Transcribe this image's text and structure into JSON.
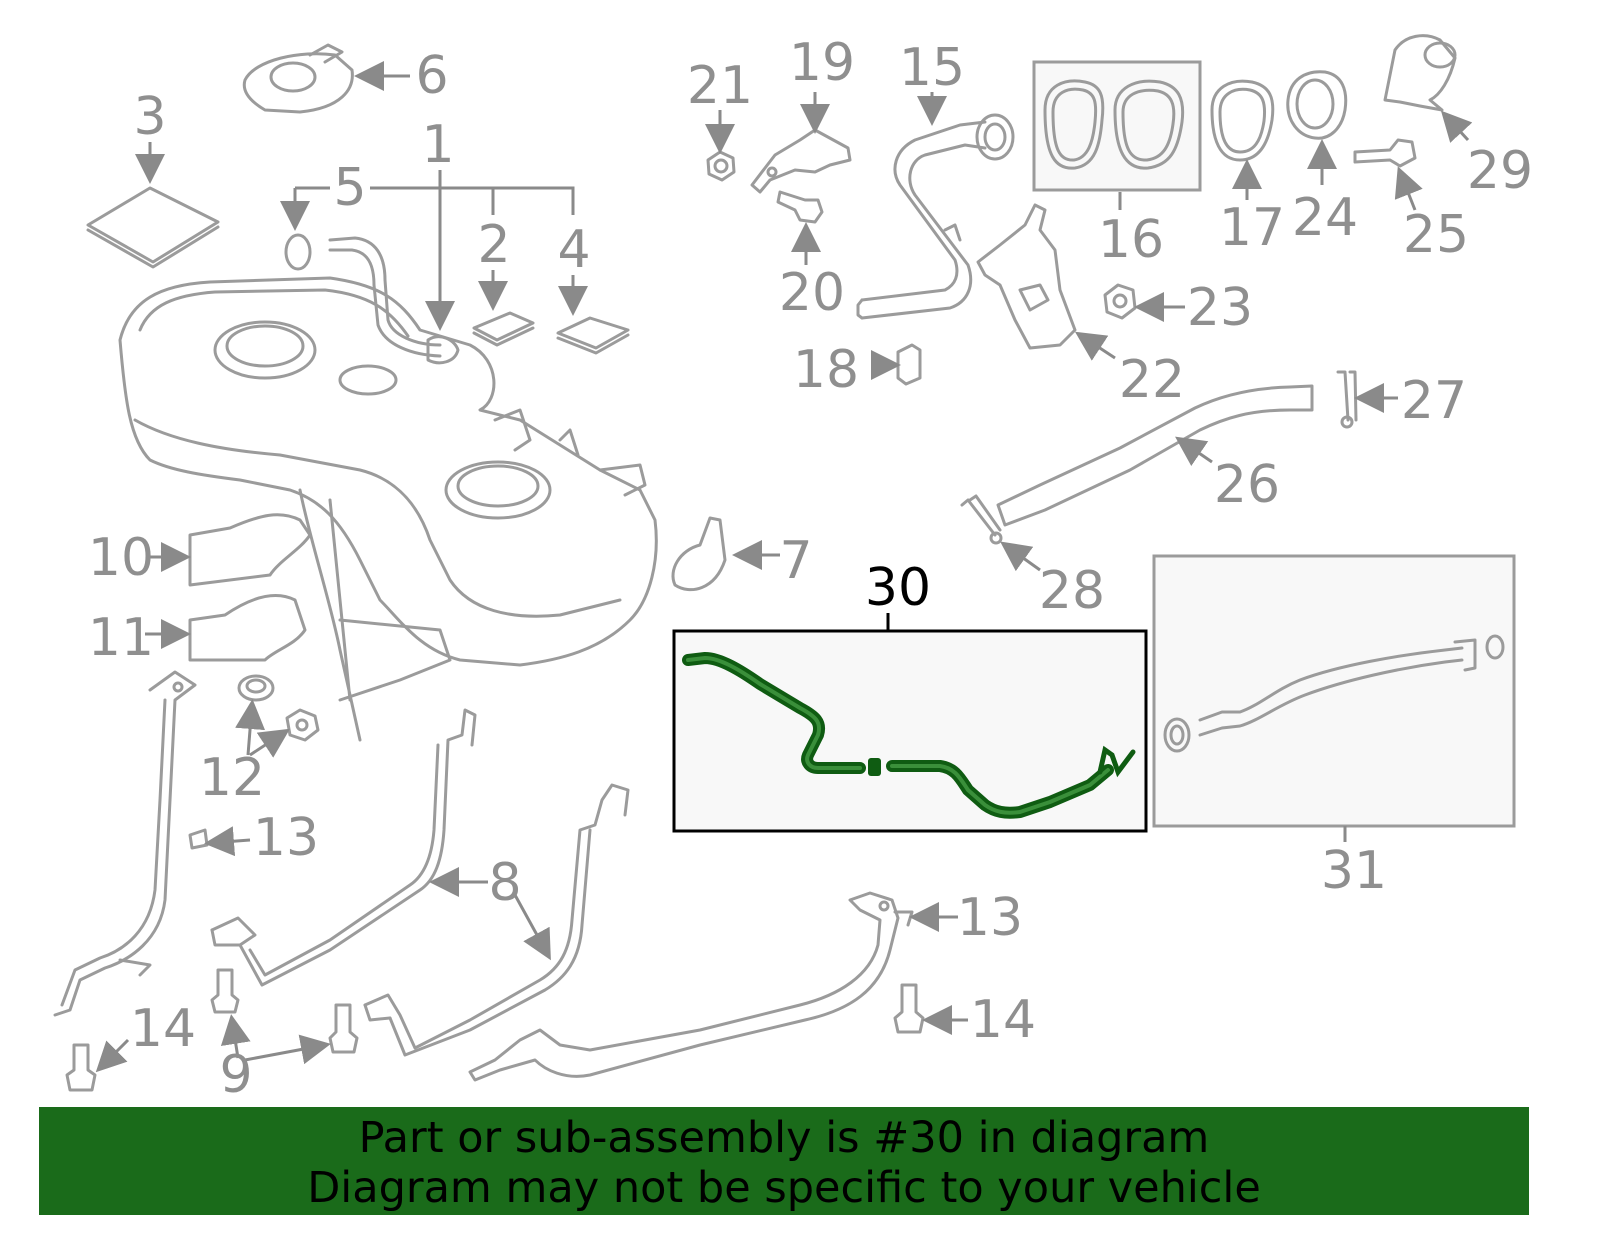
{
  "callouts": {
    "c1": "1",
    "c2": "2",
    "c3": "3",
    "c4": "4",
    "c5": "5",
    "c6": "6",
    "c7": "7",
    "c8": "8",
    "c9": "9",
    "c10": "10",
    "c11": "11",
    "c12": "12",
    "c13a": "13",
    "c13b": "13",
    "c14a": "14",
    "c14b": "14",
    "c15": "15",
    "c16": "16",
    "c17": "17",
    "c18": "18",
    "c19": "19",
    "c20": "20",
    "c21": "21",
    "c22": "22",
    "c23": "23",
    "c24": "24",
    "c25": "25",
    "c26": "26",
    "c27": "27",
    "c28": "28",
    "c29": "29",
    "c30": "30",
    "c31": "31"
  },
  "highlight": {
    "part_number": "30",
    "color": "#0f5c12",
    "box_color": "#000000"
  },
  "banner": {
    "line1": "Part or sub-assembly is #30 in diagram",
    "line2": "Diagram may not be specific to your vehicle",
    "background": "#1a6b1a"
  }
}
